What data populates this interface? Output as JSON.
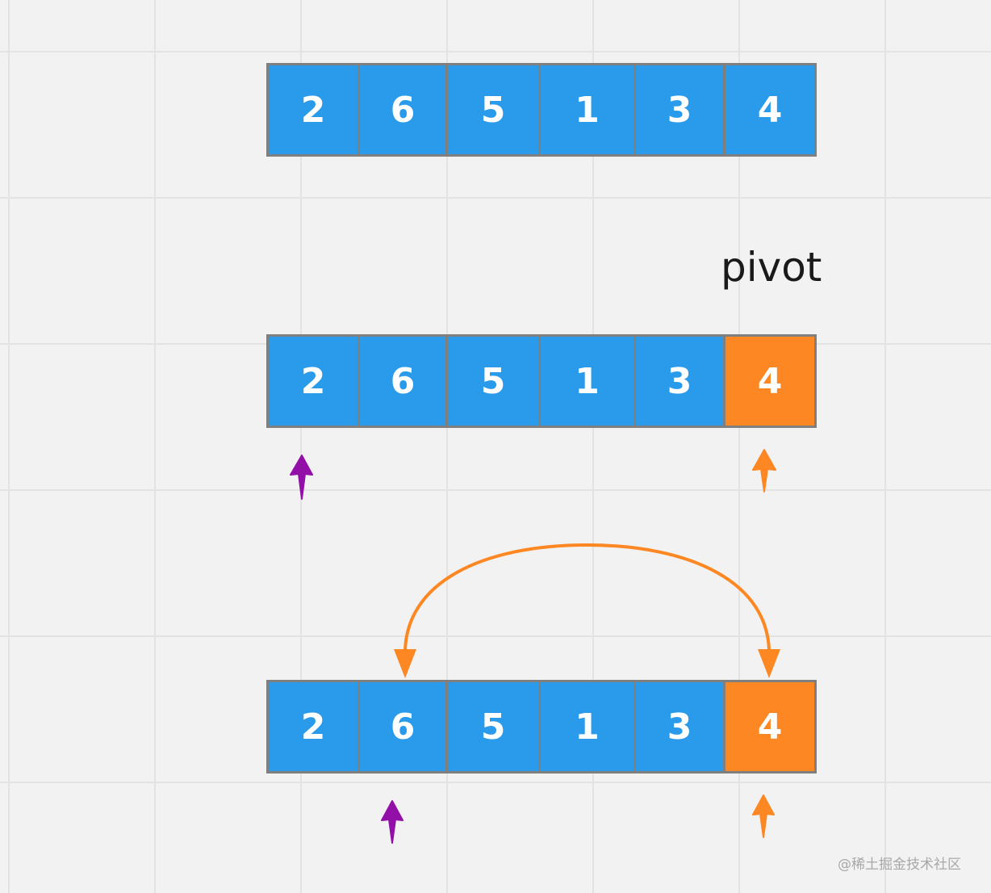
{
  "colors": {
    "cell_default": "#299bea",
    "cell_pivot": "#fd8722",
    "cell_border": "#7f7f7f",
    "pointer_i": "#9210a8",
    "pointer_j": "#fd8722",
    "swap_arc": "#fd8722",
    "grid": "#e3e3e3",
    "background": "#f2f2f2"
  },
  "arrays": [
    {
      "id": "initial",
      "cells": [
        {
          "value": "2",
          "state": "default"
        },
        {
          "value": "6",
          "state": "default"
        },
        {
          "value": "5",
          "state": "default"
        },
        {
          "value": "1",
          "state": "default"
        },
        {
          "value": "3",
          "state": "default"
        },
        {
          "value": "4",
          "state": "default"
        }
      ]
    },
    {
      "id": "pivot-selected",
      "cells": [
        {
          "value": "2",
          "state": "default"
        },
        {
          "value": "6",
          "state": "default"
        },
        {
          "value": "5",
          "state": "default"
        },
        {
          "value": "1",
          "state": "default"
        },
        {
          "value": "3",
          "state": "default"
        },
        {
          "value": "4",
          "state": "pivot"
        }
      ]
    },
    {
      "id": "swap-step",
      "cells": [
        {
          "value": "2",
          "state": "default"
        },
        {
          "value": "6",
          "state": "default"
        },
        {
          "value": "5",
          "state": "default"
        },
        {
          "value": "1",
          "state": "default"
        },
        {
          "value": "3",
          "state": "default"
        },
        {
          "value": "4",
          "state": "pivot"
        }
      ]
    }
  ],
  "labels": {
    "pivot": "pivot"
  },
  "pointers": [
    {
      "array": "pivot-selected",
      "index": 0,
      "color": "purple"
    },
    {
      "array": "pivot-selected",
      "index": 5,
      "color": "orange"
    },
    {
      "array": "swap-step",
      "index": 1,
      "color": "purple"
    },
    {
      "array": "swap-step",
      "index": 5,
      "color": "orange"
    }
  ],
  "swap": {
    "array": "swap-step",
    "from_index": 1,
    "to_index": 5
  },
  "watermark": "@稀土掘金技术社区"
}
